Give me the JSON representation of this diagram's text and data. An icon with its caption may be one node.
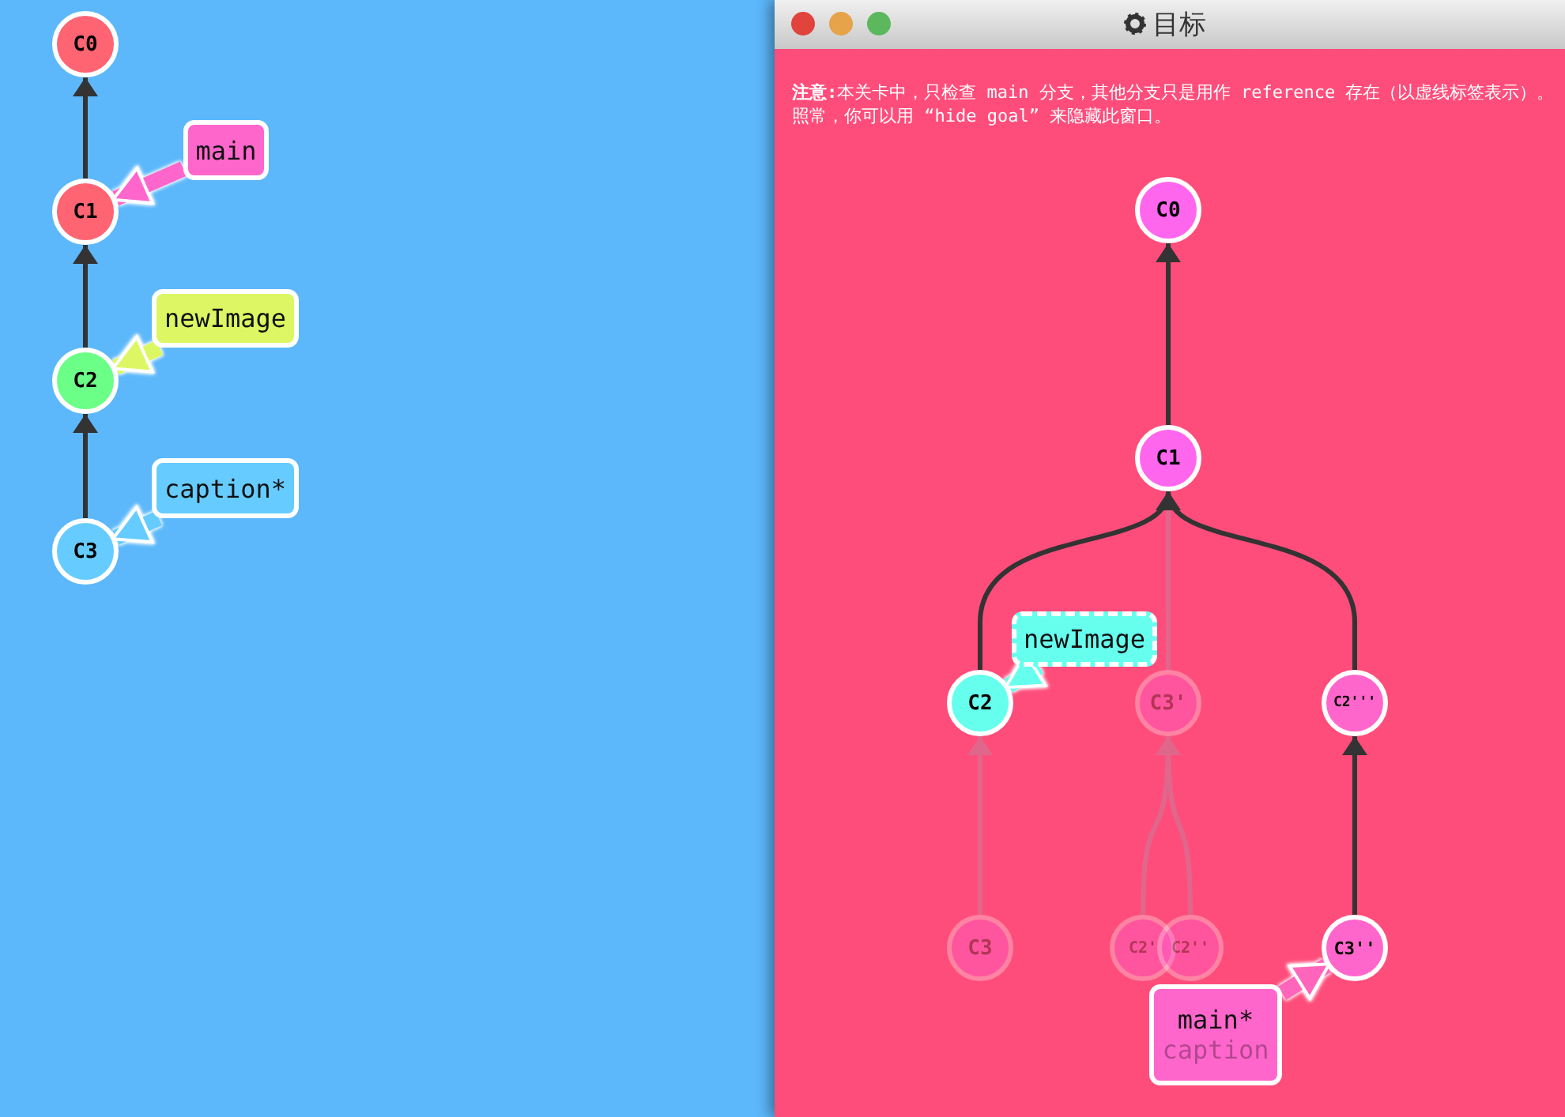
{
  "diagram": {
    "nodes": [
      {
        "text": [
          "C0"
        ]
      },
      {
        "text": [
          "C1"
        ]
      },
      {
        "text": [
          "C2"
        ]
      },
      {
        "text": [
          "C3"
        ]
      },
      {
        "text": [
          "main"
        ]
      },
      {
        "text": [
          "newImage"
        ]
      },
      {
        "text": [
          "caption*"
        ]
      },
      {
        "text": [
          "目标",
          "**注意:**本关卡中，只检查 main 分支，其他分支只是用作 reference 存在（以虚线标签表示）。照常，你可以用 “hide goal” 来隐藏此窗口。"
        ]
      },
      {
        "text": [
          "C0"
        ],
        "in": 7
      },
      {
        "text": [
          "C1"
        ],
        "in": 7
      },
      {
        "text": [
          "C2"
        ],
        "in": 7
      },
      {
        "text": [
          "C3'"
        ],
        "in": 7
      },
      {
        "text": [
          "C2'''"
        ],
        "in": 7
      },
      {
        "text": [
          "C3"
        ],
        "in": 7
      },
      {
        "text": [
          "C2'"
        ],
        "in": 7
      },
      {
        "text": [
          "C2''"
        ],
        "in": 7
      },
      {
        "text": [
          "C3''"
        ],
        "in": 7
      },
      {
        "text": [
          "newImage"
        ],
        "in": 7
      },
      {
        "text": [
          "main*",
          "caption"
        ],
        "in": 7
      }
    ],
    "edges": [
      {
        "from": 1,
        "to": 0,
        "arrow": "to"
      },
      {
        "from": 2,
        "to": 1,
        "arrow": "to"
      },
      {
        "from": 3,
        "to": 2,
        "arrow": "to"
      },
      {
        "from": 4,
        "to": 1,
        "arrow": "to",
        "style": "thick",
        "color": "#ff66cc"
      },
      {
        "from": 5,
        "to": 2,
        "arrow": "to",
        "style": "thick",
        "color": "#dcf763"
      },
      {
        "from": 6,
        "to": 3,
        "arrow": "to",
        "style": "thick",
        "color": "#66ccff"
      },
      {
        "from": 9,
        "to": 8,
        "arrow": "to"
      },
      {
        "from": 10,
        "to": 9,
        "arrow": "to"
      },
      {
        "from": 11,
        "to": 9,
        "arrow": "to",
        "color": "#e0678c"
      },
      {
        "from": 12,
        "to": 9,
        "arrow": "to"
      },
      {
        "from": 13,
        "to": 10,
        "arrow": "to",
        "color": "#e0678c"
      },
      {
        "from": 14,
        "to": 11,
        "arrow": "to",
        "color": "#e0678c"
      },
      {
        "from": 15,
        "to": 11,
        "arrow": "to",
        "color": "#e0678c"
      },
      {
        "from": 16,
        "to": 12,
        "arrow": "to"
      },
      {
        "from": 17,
        "to": 10,
        "arrow": "to",
        "style": "thick",
        "color": "#66ffee"
      },
      {
        "from": 18,
        "to": 16,
        "arrow": "to",
        "style": "thick",
        "color": "#ff66bb"
      }
    ]
  }
}
